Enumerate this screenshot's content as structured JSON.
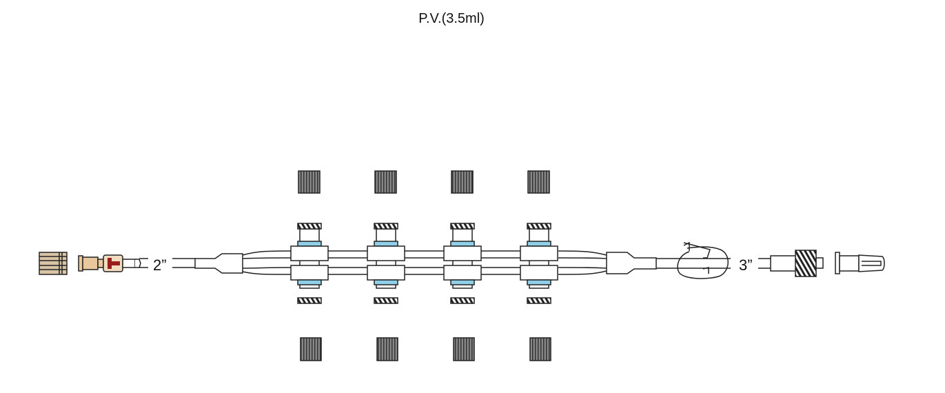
{
  "title": "P.V.(3.5ml)",
  "labels": {
    "left_length": "2”",
    "right_length": "3”"
  },
  "valve_count": 4,
  "colors": {
    "line": "#222222",
    "valve_band": "#8fd0e8",
    "cap_tan": "#d8c3a5",
    "connector_tan": "#e8c89c",
    "connector_red": "#9a1c1c",
    "cap_dark": "#555555"
  }
}
